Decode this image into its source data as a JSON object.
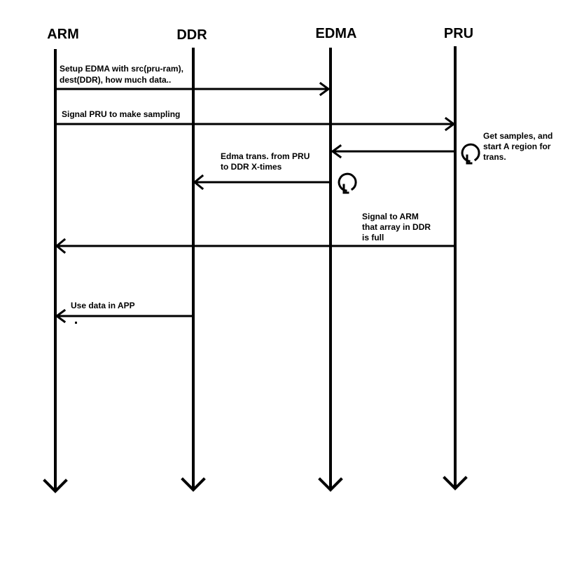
{
  "diagram": {
    "type": "sequence",
    "colors": {
      "line": "#000000",
      "background": "#ffffff",
      "text": "#000000"
    },
    "actors": [
      {
        "id": "arm",
        "label": "ARM"
      },
      {
        "id": "ddr",
        "label": "DDR"
      },
      {
        "id": "edma",
        "label": "EDMA"
      },
      {
        "id": "pru",
        "label": "PRU"
      }
    ],
    "messages": [
      {
        "from": "arm",
        "to": "edma",
        "lines": [
          "Setup EDMA with src(pru-ram),",
          "dest(DDR), how much data.."
        ]
      },
      {
        "from": "arm",
        "to": "pru",
        "lines": [
          "Signal PRU to make sampling"
        ]
      },
      {
        "from": "pru",
        "to": "edma",
        "lines": [
          "Get samples, and",
          "start A region for",
          "trans."
        ]
      },
      {
        "from": "edma",
        "to": "ddr",
        "lines": [
          "Edma trans. from PRU",
          "to DDR  X-times"
        ]
      },
      {
        "from": "pru",
        "to": "arm",
        "lines": [
          "Signal to ARM",
          "that array in DDR",
          "is full"
        ]
      },
      {
        "from": "ddr",
        "to": "arm",
        "lines": [
          "Use data in APP"
        ]
      }
    ],
    "loops": [
      {
        "actor": "pru",
        "icon": "loop-icon"
      },
      {
        "actor": "edma",
        "icon": "loop-icon"
      }
    ]
  }
}
